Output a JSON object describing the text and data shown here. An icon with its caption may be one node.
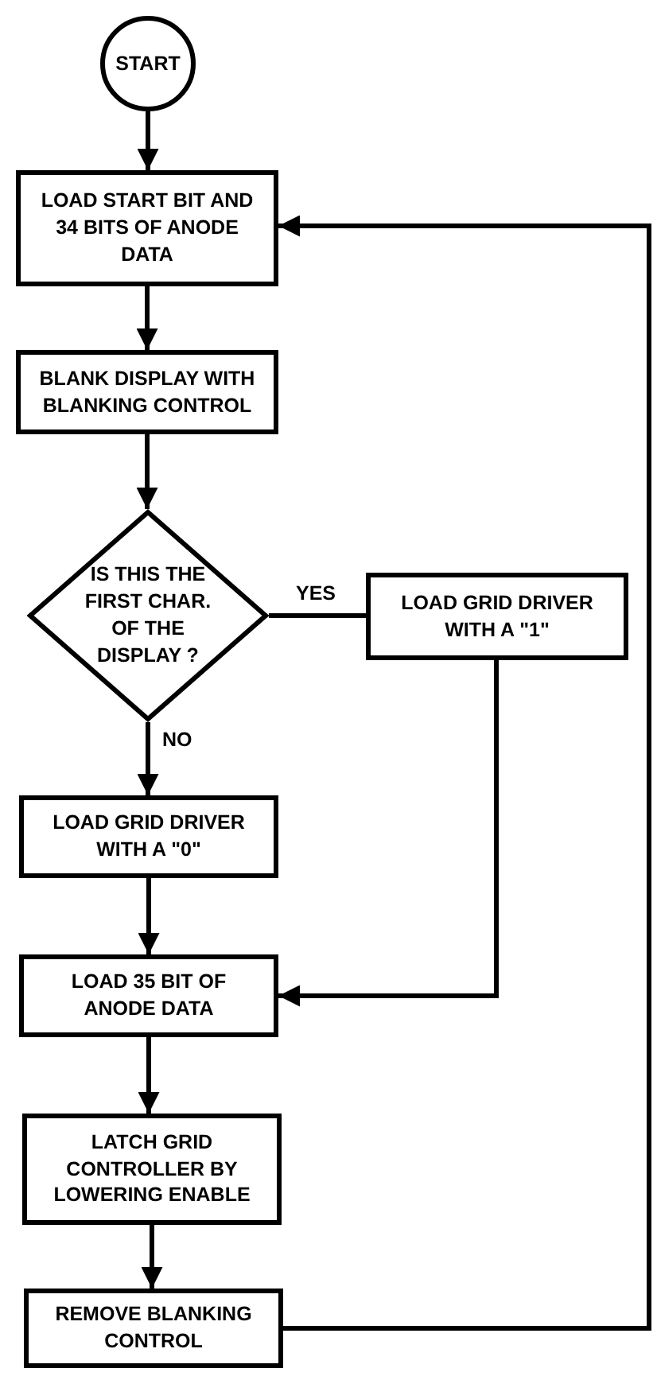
{
  "diagram": {
    "nodes": [
      {
        "text": [
          "START"
        ]
      },
      {
        "text": [
          "LOAD START BIT AND 34 BITS OF ANODE DATA"
        ]
      },
      {
        "text": [
          "BLANK DISPLAY WITH BLANKING CONTROL"
        ]
      },
      {
        "text": [
          "IS THIS THE FIRST CHAR. OF THE DISPLAY ?"
        ]
      },
      {
        "text": [
          "LOAD GRID DRIVER WITH A \"1\""
        ]
      },
      {
        "text": [
          "LOAD GRID DRIVER WITH A \"0\""
        ]
      },
      {
        "text": [
          "LOAD 35 BIT OF ANODE DATA"
        ]
      },
      {
        "text": [
          "LATCH GRID CONTROLLER BY LOWERING ENABLE"
        ]
      },
      {
        "text": [
          "REMOVE BLANKING CONTROL"
        ]
      }
    ],
    "edges": [
      {
        "from": 0,
        "to": 1,
        "arrow": "to"
      },
      {
        "from": 1,
        "to": 2,
        "arrow": "to"
      },
      {
        "from": 2,
        "to": 3,
        "arrow": "to"
      },
      {
        "from": 3,
        "to": 4,
        "arrow": "none",
        "label": "YES"
      },
      {
        "from": 3,
        "to": 5,
        "arrow": "to",
        "label": "NO"
      },
      {
        "from": 5,
        "to": 6,
        "arrow": "to"
      },
      {
        "from": 4,
        "to": 6,
        "arrow": "to"
      },
      {
        "from": 6,
        "to": 7,
        "arrow": "to"
      },
      {
        "from": 7,
        "to": 8,
        "arrow": "to"
      },
      {
        "from": 8,
        "to": 1,
        "arrow": "to"
      }
    ]
  }
}
